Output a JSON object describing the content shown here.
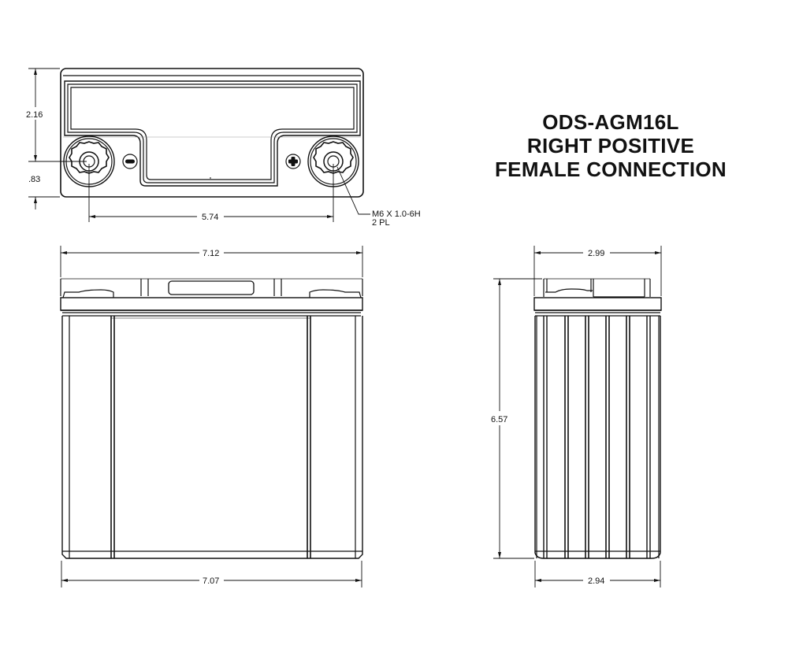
{
  "title": {
    "model": "ODS-AGM16L",
    "polarity": "RIGHT POSITIVE",
    "connection": "FEMALE CONNECTION"
  },
  "top_view": {
    "dim_height": "2.16",
    "dim_terminal_offset": ".83",
    "dim_terminal_spacing": "5.74",
    "thread_callout_line1": "M6 X 1.0-6H",
    "thread_callout_line2": "2 PL",
    "negative_symbol": "−",
    "positive_symbol": "+"
  },
  "front_view": {
    "dim_top_width": "7.12",
    "dim_bottom_width": "7.07"
  },
  "side_view": {
    "dim_top_width": "2.99",
    "dim_height": "6.57",
    "dim_bottom_width": "2.94"
  },
  "colors": {
    "line": "#111111",
    "background": "#ffffff"
  }
}
